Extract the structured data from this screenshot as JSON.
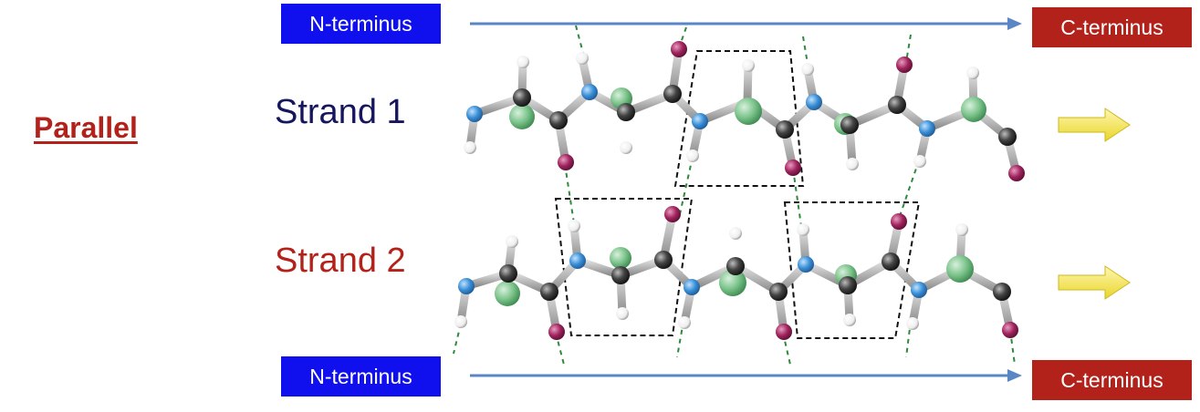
{
  "labels": {
    "n_terminus_top": "N-terminus",
    "c_terminus_top": "C-terminus",
    "n_terminus_bottom": "N-terminus",
    "c_terminus_bottom": "C-terminus",
    "parallel": "Parallel",
    "strand1": "Strand 1",
    "strand2": "Strand 2"
  },
  "colors": {
    "n_terminus_box": "#1010ee",
    "c_terminus_box": "#b3221a",
    "axis_arrow": "#5a86c6",
    "strand1_text": "#16165e",
    "strand2_text": "#b3221a",
    "nitrogen_atom": "#3a8fd6",
    "carbon_atom": "#444444",
    "oxygen_atom": "#a0245e",
    "hydrogen_atom": "#f2f2f2",
    "side_chain_atom": "#7cc48c",
    "hydrogen_bond": "#2e8a3c",
    "peptide_unit_outline": "#111111",
    "direction_arrow": "#f2e24a"
  },
  "icons": [
    "direction-arrow-icon",
    "axis-arrow-icon"
  ]
}
